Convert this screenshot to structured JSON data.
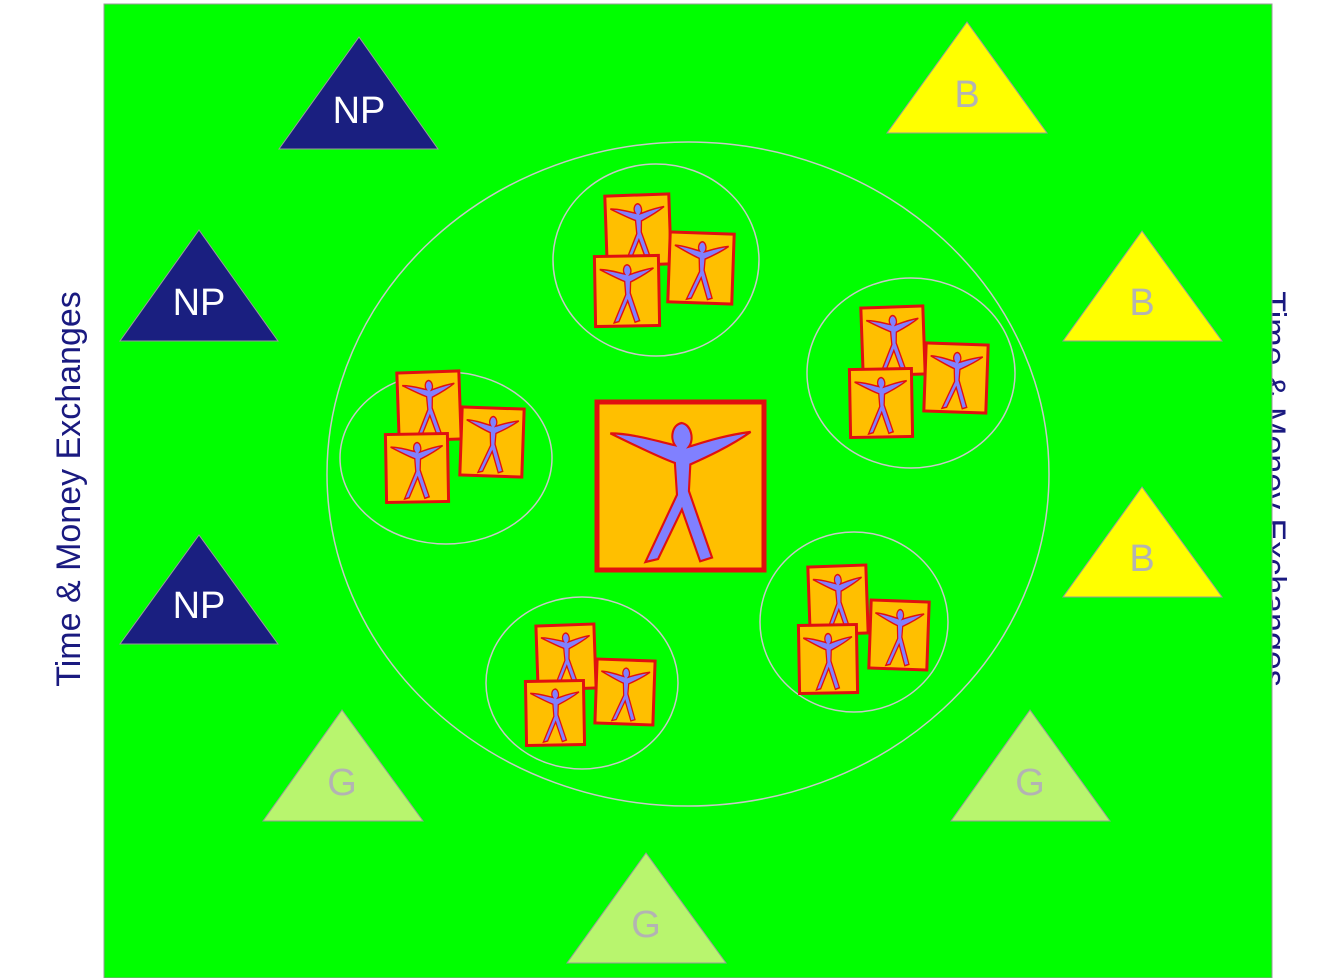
{
  "labels": {
    "left": "Time & Money Exchanges",
    "right": "Time & Money Exchanges",
    "nonprofit": "NP",
    "business": "B",
    "government": "G"
  },
  "colors": {
    "background": "#00ff00",
    "label_text": "#1a1a80",
    "nonprofit": "#1a1f80",
    "nonprofit_text": "#ffffff",
    "business": "#ffff00",
    "business_text": "#b3b3b3",
    "government": "#b8f56e",
    "government_text": "#b3b3b3",
    "ring": "#c8c8c8",
    "person_fill": "#ffbf00",
    "person_border": "#e01010",
    "person_figure": "#8080ff"
  },
  "icons": {
    "person": "person-figure-icon"
  }
}
